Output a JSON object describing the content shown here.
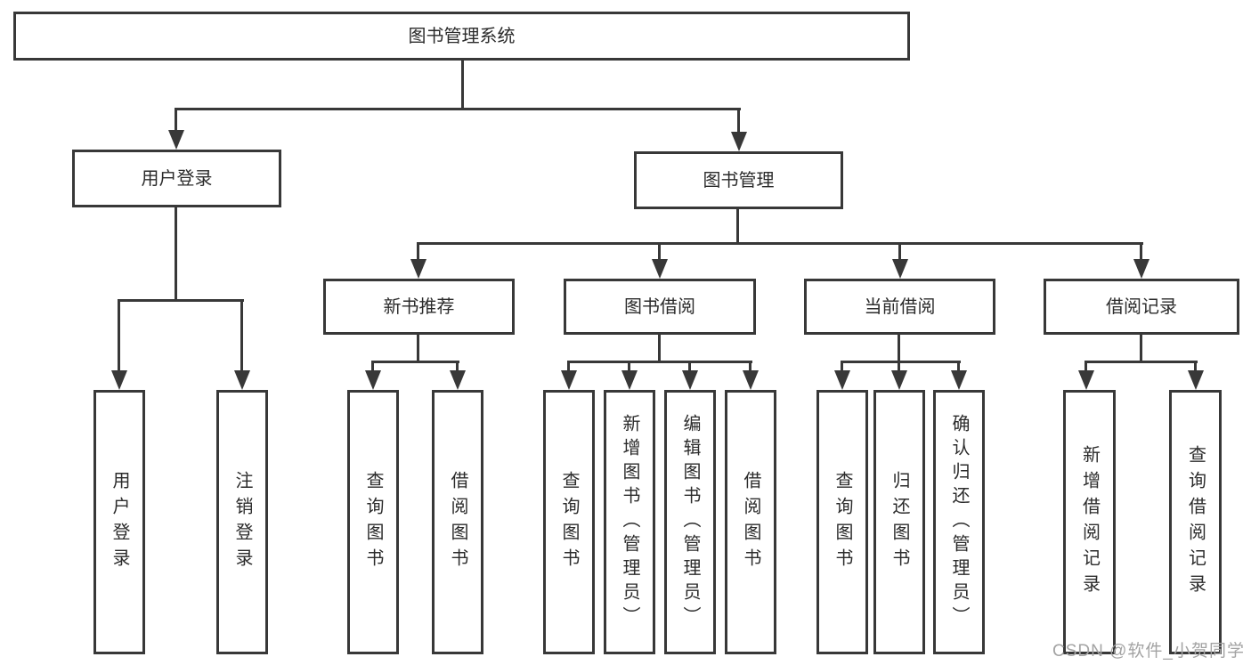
{
  "diagram_type": "tree-hierarchy",
  "colors": {
    "line": "#383838",
    "box_border": "#383838",
    "box_background": "#ffffff",
    "text": "#2b2b2b",
    "watermark": "#a3a3a3"
  },
  "tree": {
    "label": "图书管理系统",
    "children": [
      {
        "label": "用户登录",
        "children": [
          {
            "label": "用户登录"
          },
          {
            "label": "注销登录"
          }
        ]
      },
      {
        "label": "图书管理",
        "children": [
          {
            "label": "新书推荐",
            "children": [
              {
                "label": "查询图书"
              },
              {
                "label": "借阅图书"
              }
            ]
          },
          {
            "label": "图书借阅",
            "children": [
              {
                "label": "查询图书"
              },
              {
                "label": "新增图书（管理员）"
              },
              {
                "label": "编辑图书（管理员）"
              },
              {
                "label": "借阅图书"
              }
            ]
          },
          {
            "label": "当前借阅",
            "children": [
              {
                "label": "查询图书"
              },
              {
                "label": "归还图书"
              },
              {
                "label": "确认归还（管理员）"
              }
            ]
          },
          {
            "label": "借阅记录",
            "children": [
              {
                "label": "新增借阅记录"
              },
              {
                "label": "查询借阅记录"
              }
            ]
          }
        ]
      }
    ]
  },
  "watermark": "CSDN @软件_小贺同学"
}
